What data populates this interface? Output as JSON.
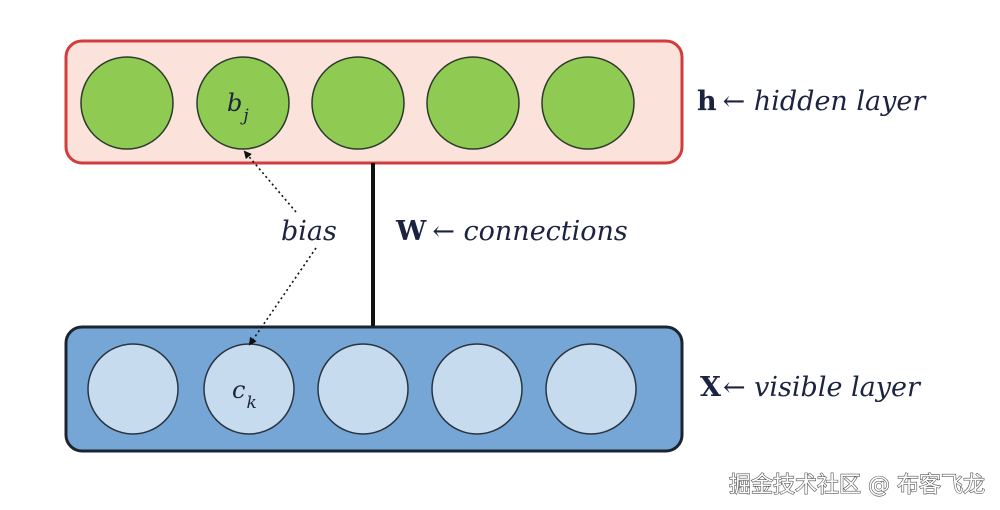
{
  "hidden_layer": {
    "symbol": "h",
    "label": "← hidden layer",
    "bias_unit": "b",
    "bias_sub": "j",
    "fill": "#fbe3dc",
    "stroke": "#d33c3c",
    "node_fill": "#8fcb52"
  },
  "visible_layer": {
    "symbol": "X",
    "label": "← visible layer",
    "bias_unit": "c",
    "bias_sub": "k",
    "fill": "#76a6d6",
    "stroke": "#1c2430",
    "node_fill": "#c7dbef"
  },
  "connections": {
    "symbol": "W",
    "label": "← connections"
  },
  "bias_label": "bias",
  "watermark": "掘金技术社区 @ 布客飞龙"
}
